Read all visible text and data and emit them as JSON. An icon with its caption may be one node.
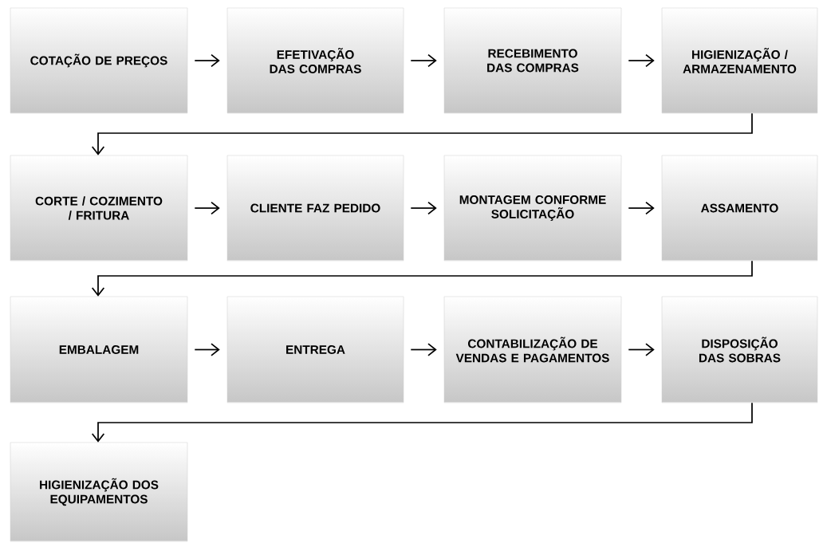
{
  "diagram": {
    "nodes": [
      {
        "text": [
          "COTAÇÃO DE PREÇOS"
        ]
      },
      {
        "text": [
          "EFETIVAÇÃO DAS COMPRAS"
        ]
      },
      {
        "text": [
          "RECEBIMENTO DAS COMPRAS"
        ]
      },
      {
        "text": [
          "HIGIENIZAÇÃO / ARMAZENAMENTO"
        ]
      },
      {
        "text": [
          "CORTE / COZIMENTO / FRITURA"
        ]
      },
      {
        "text": [
          "CLIENTE FAZ PEDIDO"
        ]
      },
      {
        "text": [
          "MONTAGEM CONFORME SOLICITAÇÃO"
        ]
      },
      {
        "text": [
          "ASSAMENTO"
        ]
      },
      {
        "text": [
          "EMBALAGEM"
        ]
      },
      {
        "text": [
          "ENTREGA"
        ]
      },
      {
        "text": [
          "CONTABILIZAÇÃO DE VENDAS E PAGAMENTOS"
        ]
      },
      {
        "text": [
          "DISPOSIÇÃO DAS SOBRAS"
        ]
      },
      {
        "text": [
          "HIGIENIZAÇÃO DOS EQUIPAMENTOS"
        ]
      }
    ],
    "edges": [
      {
        "from": 0,
        "to": 1,
        "arrow": "to"
      },
      {
        "from": 1,
        "to": 2,
        "arrow": "to"
      },
      {
        "from": 2,
        "to": 3,
        "arrow": "to"
      },
      {
        "from": 3,
        "to": 4,
        "arrow": "to"
      },
      {
        "from": 4,
        "to": 5,
        "arrow": "to"
      },
      {
        "from": 5,
        "to": 6,
        "arrow": "to"
      },
      {
        "from": 6,
        "to": 7,
        "arrow": "to"
      },
      {
        "from": 7,
        "to": 8,
        "arrow": "to"
      },
      {
        "from": 8,
        "to": 9,
        "arrow": "to"
      },
      {
        "from": 9,
        "to": 10,
        "arrow": "to"
      },
      {
        "from": 10,
        "to": 11,
        "arrow": "to"
      },
      {
        "from": 11,
        "to": 12,
        "arrow": "to"
      }
    ]
  }
}
